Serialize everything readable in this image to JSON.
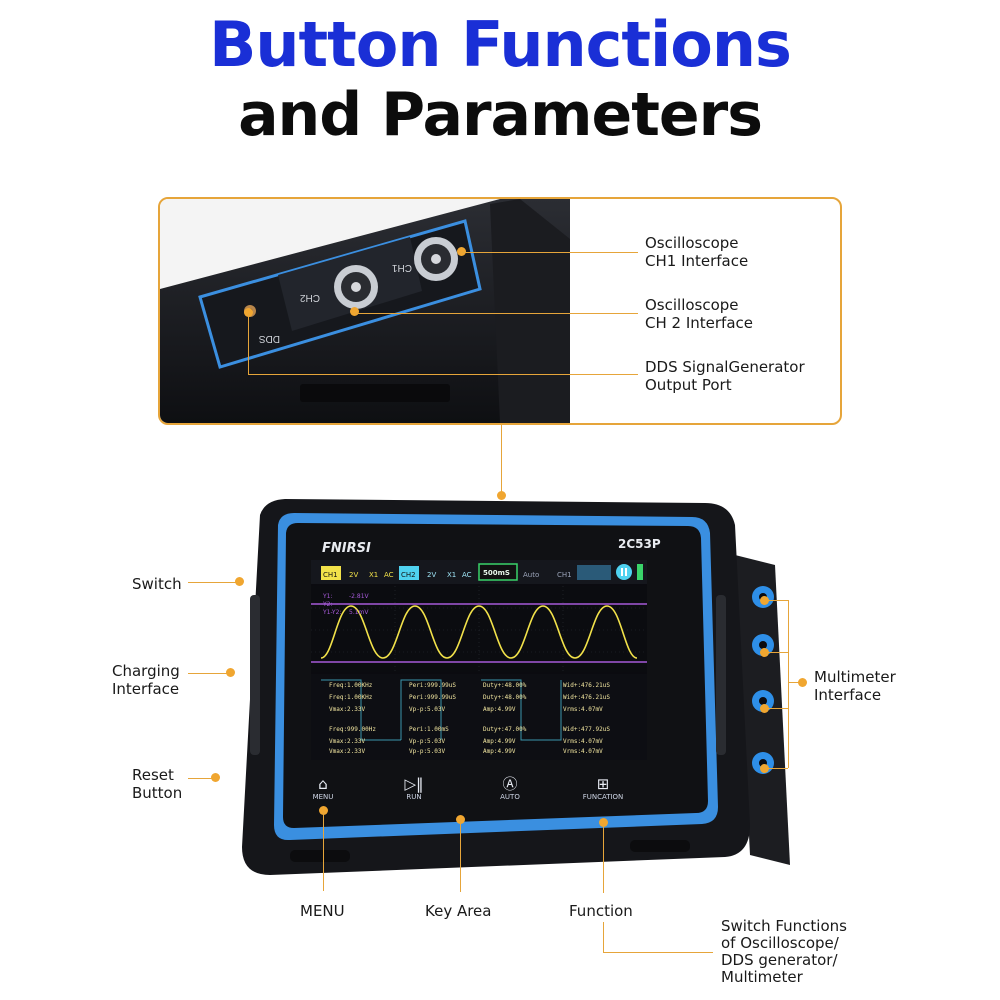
{
  "heading": {
    "line1": "Button Functions",
    "line2": "and Parameters"
  },
  "top_panel": {
    "port_labels": {
      "ch2": "CH2",
      "ch1": "CH1",
      "dds": "DDS"
    },
    "callouts": [
      {
        "line1": "Oscilloscope",
        "line2": "CH1 Interface"
      },
      {
        "line1": "Oscilloscope",
        "line2": "CH 2 Interface"
      },
      {
        "line1": "DDS SignalGenerator",
        "line2": "Output Port"
      }
    ]
  },
  "device": {
    "brand": "FNIRSI",
    "model": "2C53P",
    "status_bar": {
      "ch1": "CH1",
      "ch1_volts": "2V",
      "ch1_probe": "X1",
      "ch1_coupling": "AC",
      "ch2": "CH2",
      "ch2_volts": "2V",
      "ch2_probe": "X1",
      "ch2_coupling": "AC",
      "timebase": "500mS",
      "trigger_mode": "Auto",
      "trigger_channel": "CH1"
    },
    "cursor_readouts": [
      "Y1:",
      "Y2:",
      "Y1-Y2:"
    ],
    "cursor_values": [
      "-2.81V",
      "",
      "5.1mV"
    ],
    "measure_columns": [
      [
        "Freq:1.00KHz",
        "Freq:1.00KHz",
        "Vmax:2.33V",
        "Freq:999.00Hz",
        "Vmax:2.33V",
        "Vmax:2.33V"
      ],
      [
        "Peri:999.99uS",
        "Peri:999.99uS",
        "Vp-p:5.03V",
        "Peri:1.00mS",
        "Vp-p:5.03V",
        "Vp-p:5.03V"
      ],
      [
        "Duty+:48.00%",
        "Duty+:48.00%",
        "Amp:4.99V",
        "Duty+:47.00%",
        "Amp:4.99V",
        "Amp:4.99V"
      ],
      [
        "Wid+:476.21uS",
        "Wid+:476.21uS",
        "Vrms:4.07mV",
        "Wid+:477.92uS",
        "Vrms:4.07mV",
        "Vrms:4.07mV"
      ]
    ],
    "keys": [
      {
        "label": "MENU",
        "icon": "home-icon"
      },
      {
        "label": "RUN",
        "icon": "play-pause-icon"
      },
      {
        "label": "AUTO",
        "icon": "auto-icon"
      },
      {
        "label": "FUNCATION",
        "icon": "grid-icon"
      }
    ]
  },
  "callouts": {
    "switch": "Switch",
    "charging_1": "Charging",
    "charging_2": "Interface",
    "reset_1": "Reset",
    "reset_2": "Button",
    "multimeter_1": "Multimeter",
    "multimeter_2": "Interface",
    "menu": "MENU",
    "key_area": "Key Area",
    "function": "Function",
    "switch_functions": [
      "Switch Functions",
      "of Oscilloscope/",
      "DDS generator/",
      "Multimeter"
    ]
  },
  "colors": {
    "title_blue": "#1a2fd6",
    "accent_orange": "#e6a53a",
    "device_blue": "#3a8fe0",
    "ch1_yellow": "#f2e24a",
    "ch2_cyan": "#4fd2f0"
  }
}
